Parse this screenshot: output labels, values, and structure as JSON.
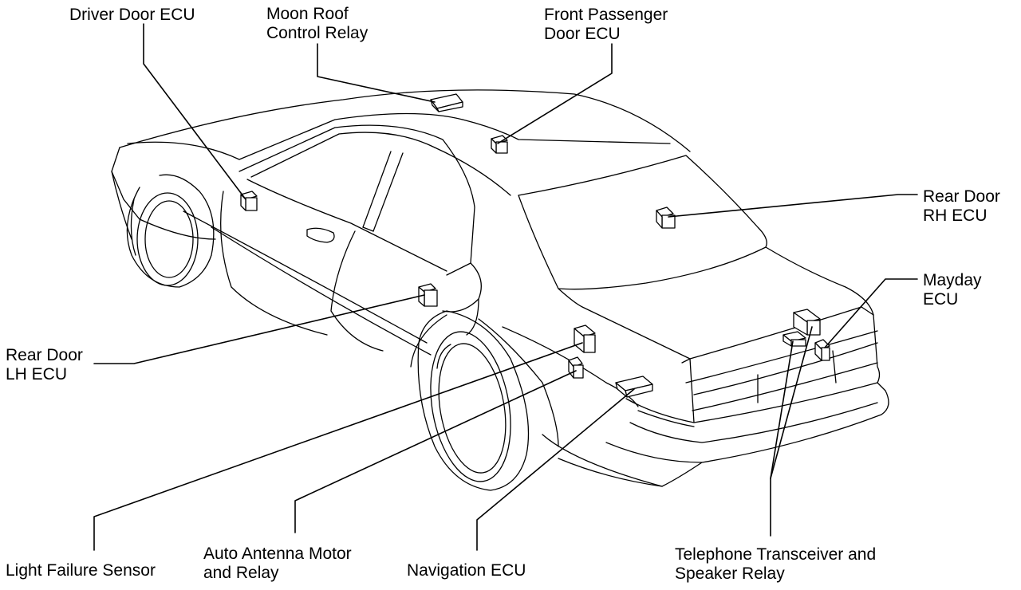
{
  "labels": {
    "driver_door_ecu": [
      "Driver Door ECU"
    ],
    "moon_roof_relay": [
      "Moon Roof",
      "Control Relay"
    ],
    "front_passenger_ecu": [
      "Front Passenger",
      "Door ECU"
    ],
    "rear_door_rh_ecu": [
      "Rear Door",
      "RH ECU"
    ],
    "mayday_ecu": [
      "Mayday",
      "ECU"
    ],
    "rear_door_lh_ecu": [
      "Rear Door",
      "LH ECU"
    ],
    "light_failure_sensor": [
      "Light Failure Sensor"
    ],
    "auto_antenna": [
      "Auto Antenna Motor",
      "and Relay"
    ],
    "navigation_ecu": [
      "Navigation ECU"
    ],
    "telephone_relay": [
      "Telephone Transceiver and",
      "Speaker Relay"
    ]
  }
}
